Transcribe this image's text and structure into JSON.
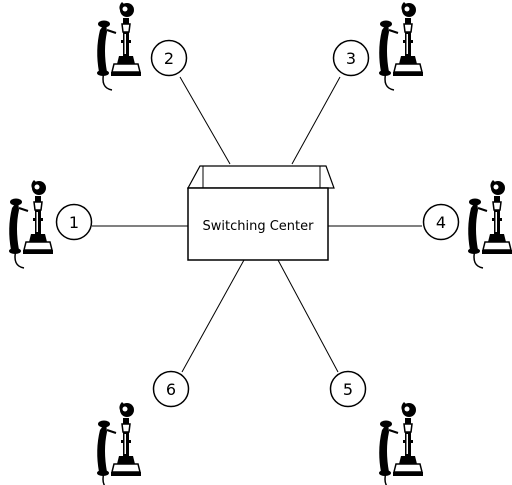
{
  "switch": {
    "label": "Switching Center"
  },
  "nodes": [
    {
      "label": "1"
    },
    {
      "label": "2"
    },
    {
      "label": "3"
    },
    {
      "label": "4"
    },
    {
      "label": "5"
    },
    {
      "label": "6"
    }
  ],
  "icons": {
    "phone": "candlestick-telephone-icon"
  },
  "colors": {
    "ink": "#000000",
    "paper": "#ffffff"
  }
}
